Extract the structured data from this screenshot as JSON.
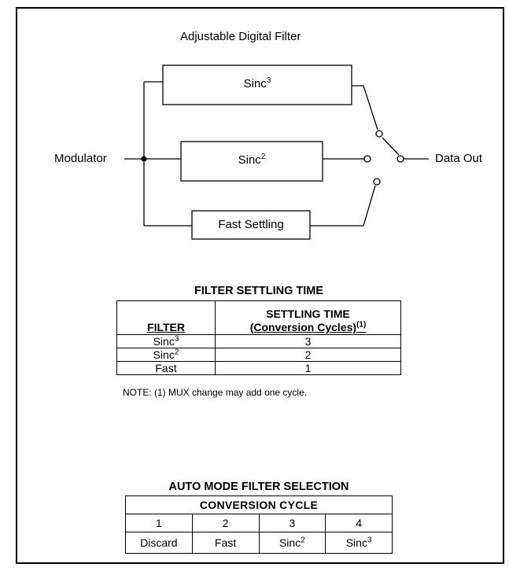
{
  "diagram": {
    "title": "Adjustable Digital Filter",
    "input_label": "Modulator",
    "output_label": "Data Out",
    "blocks": [
      {
        "base": "Sinc",
        "sup": "3"
      },
      {
        "base": "Sinc",
        "sup": "2"
      },
      {
        "base": "Fast Settling",
        "sup": ""
      }
    ]
  },
  "settling_table": {
    "title": "FILTER SETTLING TIME",
    "header_filter": "FILTER",
    "header_settling_line1": "SETTLING TIME",
    "header_settling_line2": "(Conversion Cycles)",
    "header_settling_sup": "(1)",
    "rows": [
      {
        "filter": "Sinc",
        "sup": "3",
        "cycles": "3"
      },
      {
        "filter": "Sinc",
        "sup": "2",
        "cycles": "2"
      },
      {
        "filter": "Fast",
        "sup": "",
        "cycles": "1"
      }
    ],
    "note": "NOTE: (1) MUX change may add one cycle."
  },
  "auto_table": {
    "title": "AUTO MODE FILTER SELECTION",
    "header": "CONVERSION CYCLE",
    "cycles": [
      "1",
      "2",
      "3",
      "4"
    ],
    "filters": [
      {
        "base": "Discard",
        "sup": ""
      },
      {
        "base": "Fast",
        "sup": ""
      },
      {
        "base": "Sinc",
        "sup": "2"
      },
      {
        "base": "Sinc",
        "sup": "3"
      }
    ]
  }
}
